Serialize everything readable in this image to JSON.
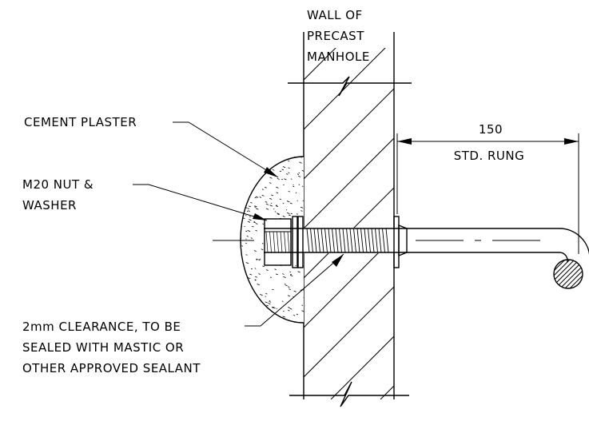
{
  "labels": {
    "wall_line1": "WALL OF",
    "wall_line2": "PRECAST",
    "wall_line3": "MANHOLE",
    "cement_plaster": "CEMENT PLASTER",
    "nut_line1": "M20 NUT &",
    "nut_line2": "WASHER",
    "clearance_line1": "2mm CLEARANCE, TO BE",
    "clearance_line2": "SEALED WITH MASTIC OR",
    "clearance_line3": "OTHER APPROVED SEALANT"
  },
  "dimension": {
    "value": "150",
    "caption": "STD. RUNG"
  }
}
